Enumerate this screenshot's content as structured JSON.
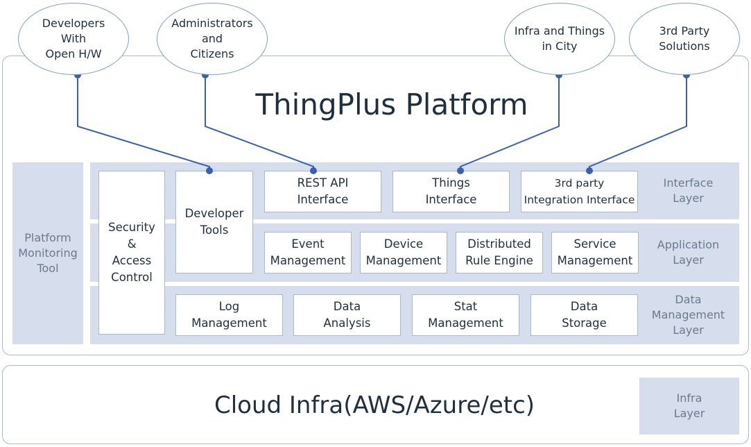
{
  "platform": {
    "title": "ThingPlus Platform"
  },
  "actors": {
    "developers": [
      "Developers",
      "With",
      "Open H/W"
    ],
    "administrators": [
      "Administrators",
      "and",
      "Citizens"
    ],
    "infra_things": [
      "Infra and Things",
      "in City"
    ],
    "third_party": [
      "3rd Party",
      "Solutions"
    ]
  },
  "monitoring": [
    "Platform",
    "Monitoring",
    "Tool"
  ],
  "security": [
    "Security",
    "&",
    "Access",
    "Control"
  ],
  "developer_tools": [
    "Developer",
    "Tools"
  ],
  "interface_layer": {
    "label": [
      "Interface",
      "Layer"
    ],
    "boxes": {
      "rest_api": [
        "REST API",
        "Interface"
      ],
      "things": [
        "Things",
        "Interface"
      ],
      "third_party": [
        "3rd party",
        "Integration Interface"
      ]
    }
  },
  "application_layer": {
    "label": [
      "Application",
      "Layer"
    ],
    "boxes": {
      "event": [
        "Event",
        "Management"
      ],
      "device": [
        "Device",
        "Management"
      ],
      "rule": [
        "Distributed",
        "Rule Engine"
      ],
      "service": [
        "Service",
        "Management"
      ]
    }
  },
  "data_layer": {
    "label": [
      "Data",
      "Management",
      "Layer"
    ],
    "boxes": {
      "log": [
        "Log",
        "Management"
      ],
      "analysis": [
        "Data",
        "Analysis"
      ],
      "stat": [
        "Stat",
        "Management"
      ],
      "storage": [
        "Data",
        "Storage"
      ]
    }
  },
  "cloud": {
    "title": "Cloud Infra(AWS/Azure/etc)",
    "label": [
      "Infra",
      "Layer"
    ]
  },
  "colors": {
    "band": "#d6deee",
    "border": "#a7b8cf",
    "connector": "#3a5fb0",
    "label_gray": "#6b7a8c"
  }
}
